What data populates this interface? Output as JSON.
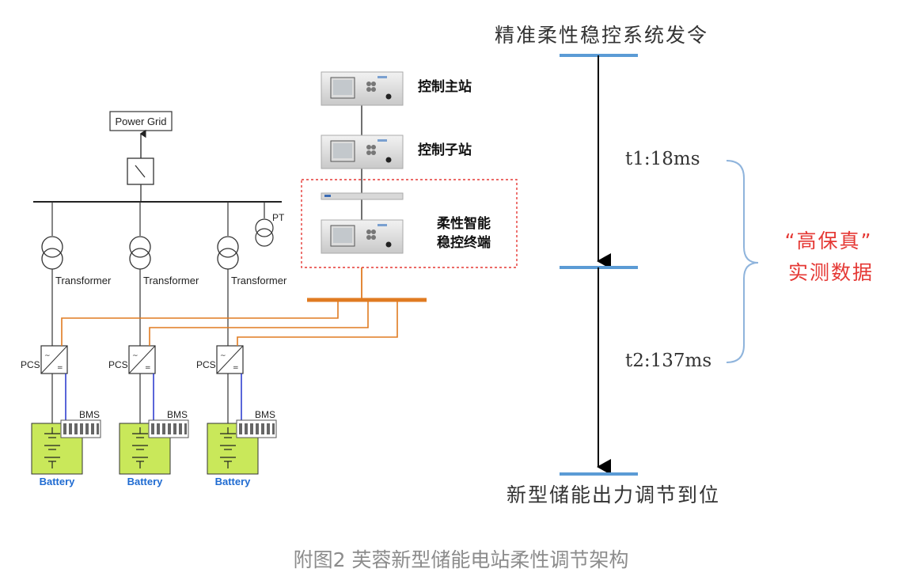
{
  "left": {
    "power_grid": "Power Grid",
    "pt": "PT",
    "transformer_label": "Transformer",
    "pcs_label": "PCS",
    "bms_label": "BMS",
    "battery_label": "Battery",
    "stations": {
      "master": "控制主站",
      "sub": "控制子站",
      "terminal_line1": "柔性智能",
      "terminal_line2": "稳控终端"
    }
  },
  "timeline": {
    "top_label": "精准柔性稳控系统发令",
    "t1": "t1:18ms",
    "t2": "t2:137ms",
    "bottom_label": "新型储能出力调节到位",
    "annotation_line1": "“高保真”",
    "annotation_line2": "实测数据"
  },
  "caption": "附图2 芙蓉新型储能电站柔性调节架构",
  "colors": {
    "orange": "#e07b21",
    "timeline_blue": "#5b9bd5",
    "brace_blue": "#8fb4dc",
    "annotation_red": "#e53935",
    "battery_green": "#c9e85a",
    "battery_text": "#1f6bd1",
    "dotted_red": "#e53935"
  }
}
